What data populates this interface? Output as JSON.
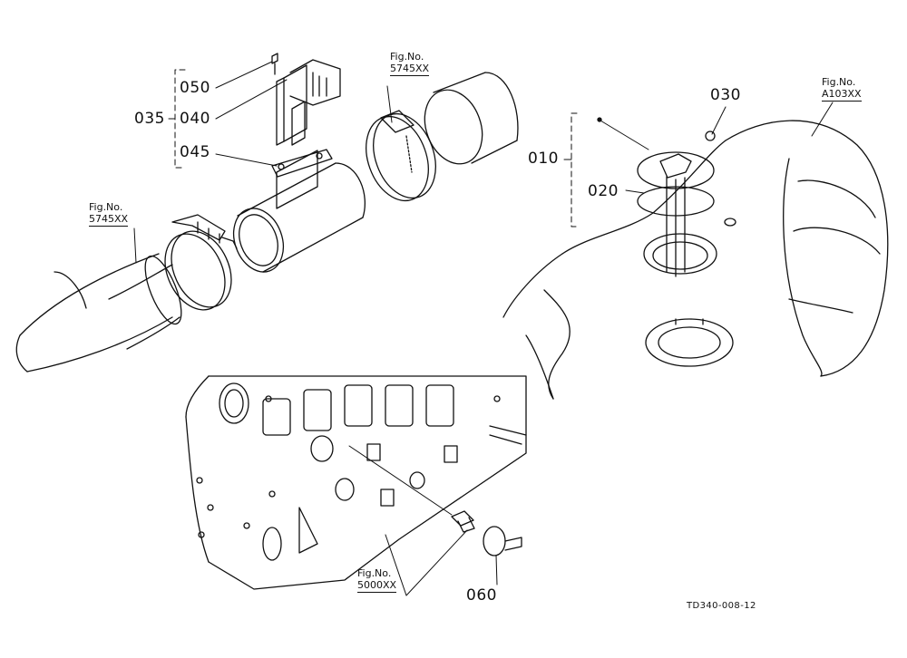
{
  "labels": {
    "p050": "050",
    "p040": "040",
    "p035": "035",
    "p045": "045",
    "p010": "010",
    "p020": "020",
    "p030": "030",
    "p060": "060"
  },
  "fig_refs": {
    "top_hose": {
      "line1": "Fig.No.",
      "line2": "5745XX"
    },
    "left_hose": {
      "line1": "Fig.No.",
      "line2": "5745XX"
    },
    "tank": {
      "line1": "Fig.No.",
      "line2": "A103XX"
    },
    "block": {
      "line1": "Fig.No.",
      "line2": "5000XX"
    }
  },
  "drawing_ref": "TD340-008-12",
  "colors": {
    "line": "#111111",
    "background": "#ffffff"
  }
}
